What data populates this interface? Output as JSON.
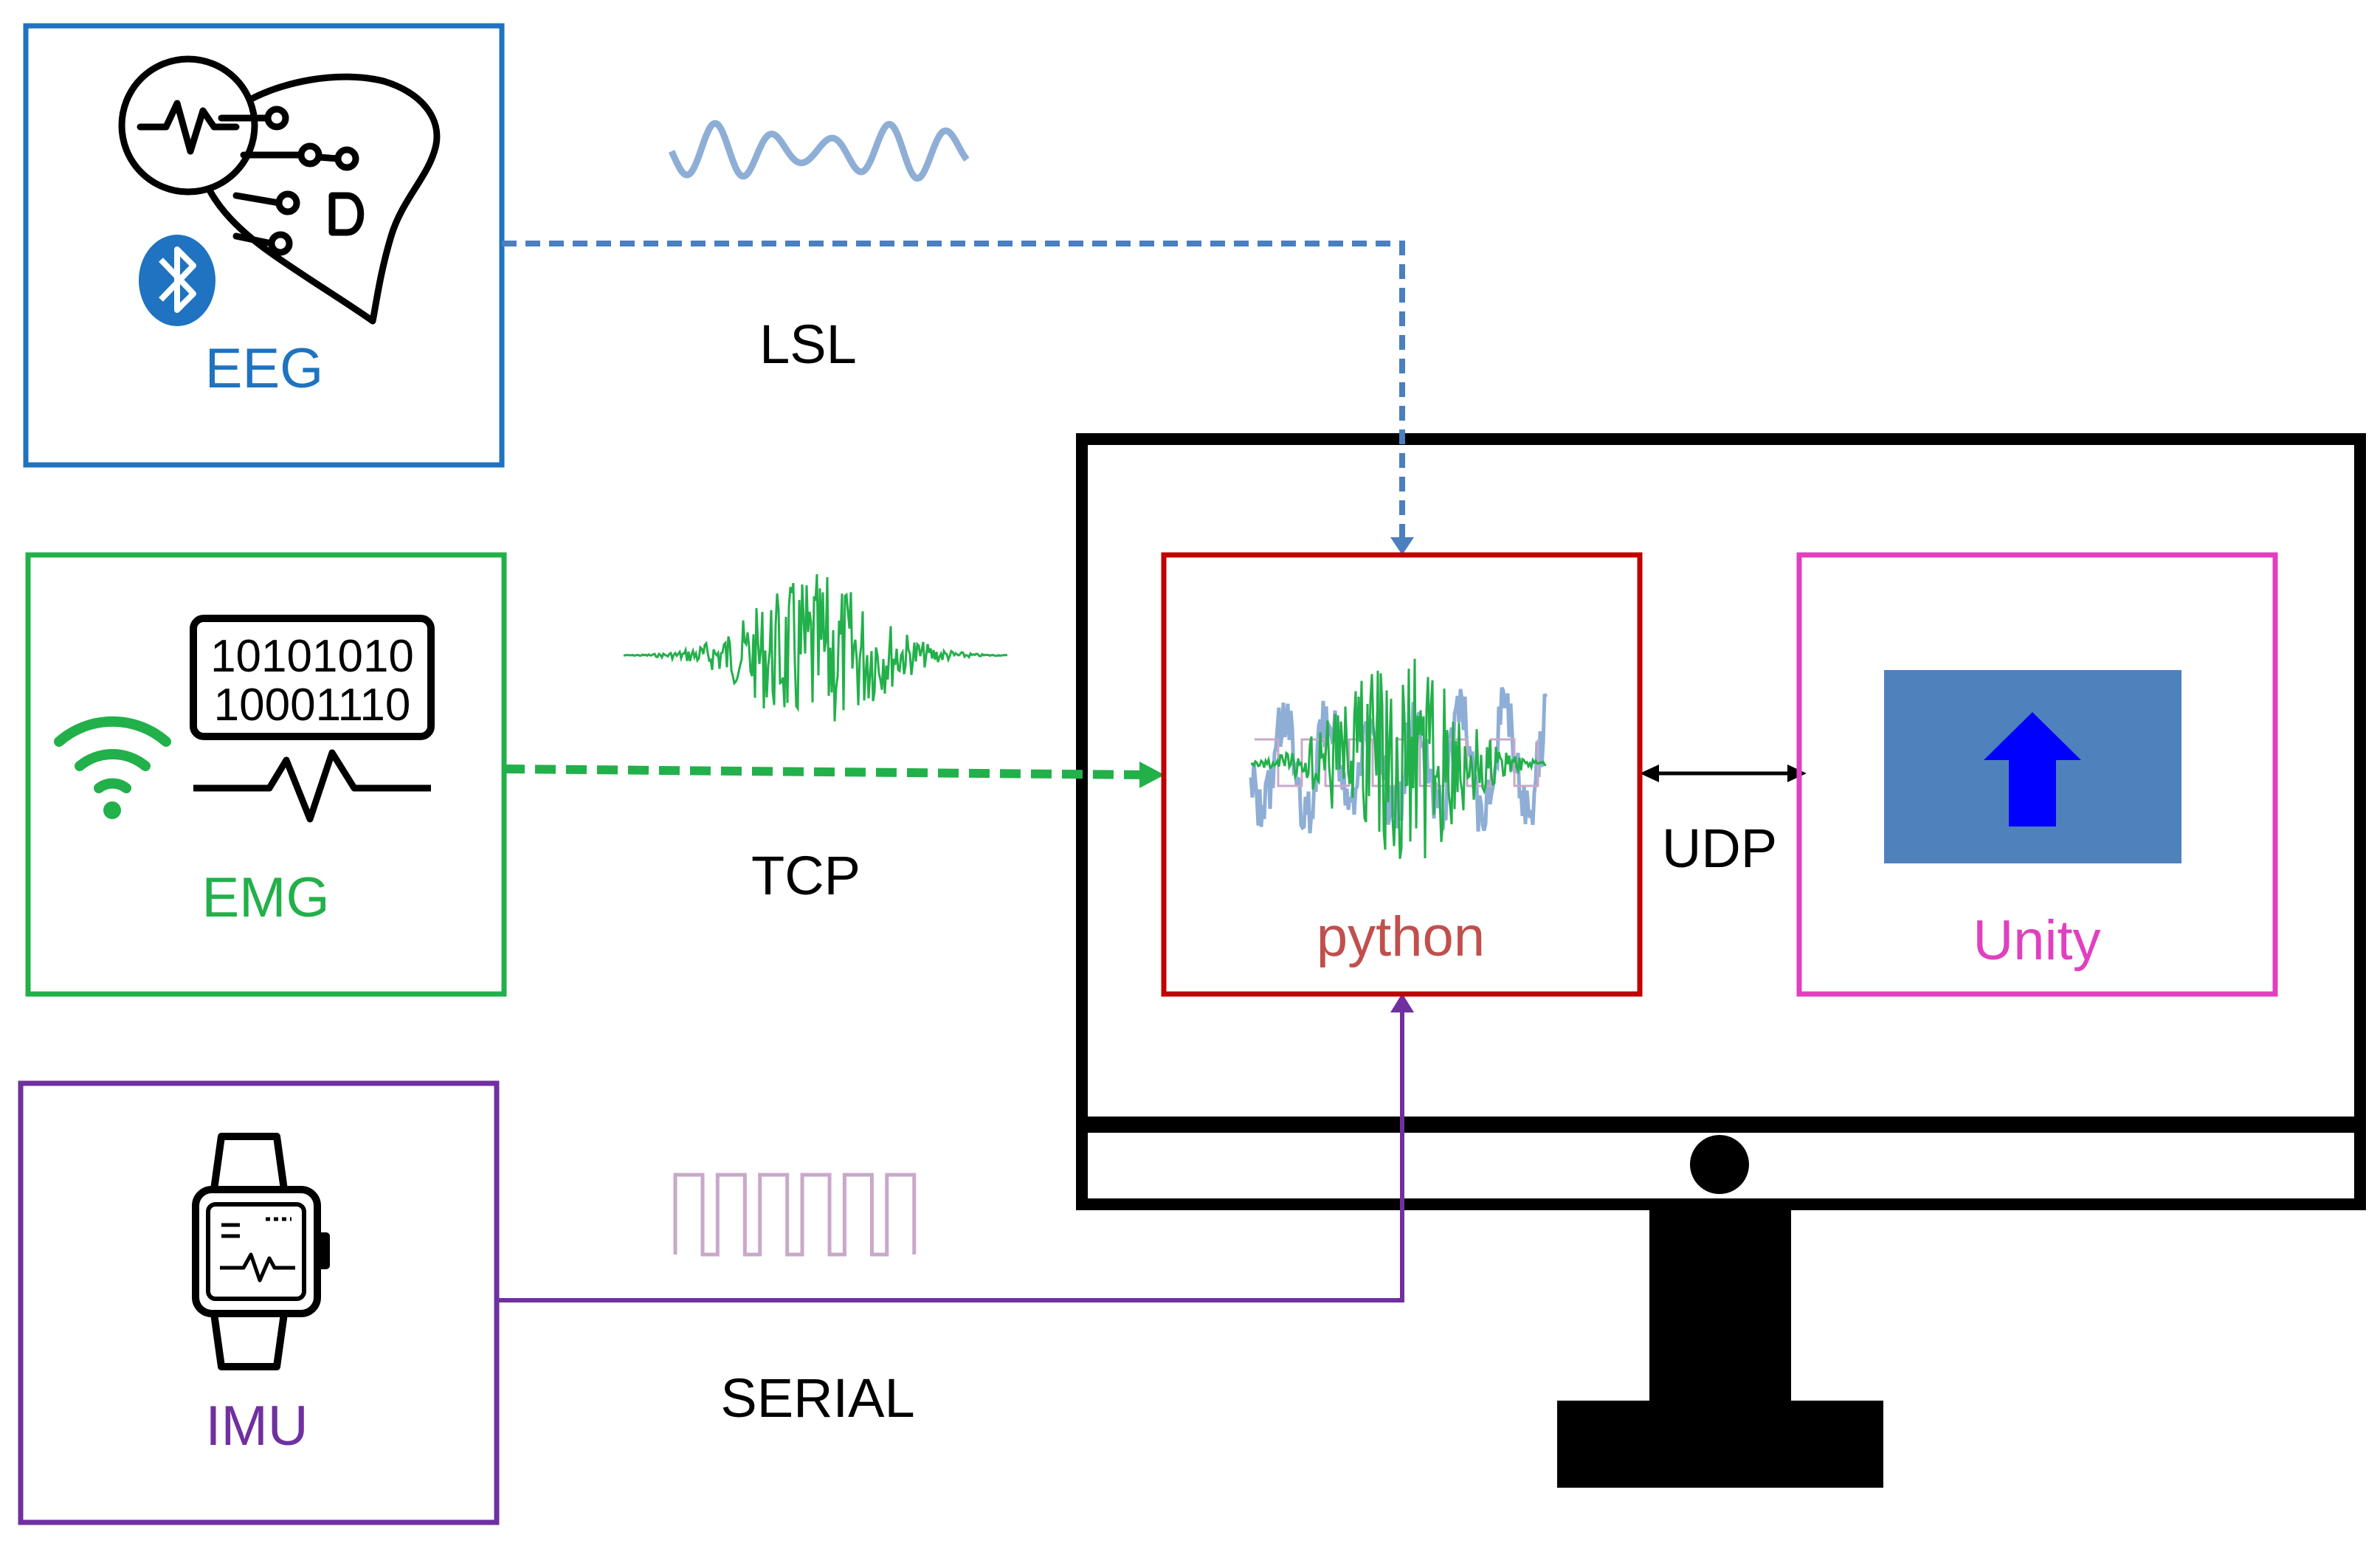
{
  "colors": {
    "eeg": "#1f73c0",
    "eeg_line": "#4a7fc0",
    "emg": "#22b04a",
    "imu": "#7030a0",
    "python": "#c00000",
    "python_text": "#c0504d",
    "unity": "#e040c0",
    "unity_panel": "#4f81bd",
    "arrow_up": "#0000ff",
    "monitor": "#000000",
    "signal_wave": "#8eaed6",
    "serial_wave": "#c9a8c9"
  },
  "devices": {
    "eeg": {
      "label": "EEG",
      "icon": "brain-circuit-icon",
      "badge_icon": "bluetooth-icon"
    },
    "emg": {
      "label": "EMG",
      "icon": "binary-board-icon",
      "badge_icon": "wifi-icon"
    },
    "imu": {
      "label": "IMU",
      "icon": "smartwatch-icon"
    }
  },
  "protocols": {
    "lsl": "LSL",
    "tcp": "TCP",
    "serial": "SERIAL",
    "udp": "UDP"
  },
  "computer": {
    "python_label": "python",
    "unity_label": "Unity"
  }
}
